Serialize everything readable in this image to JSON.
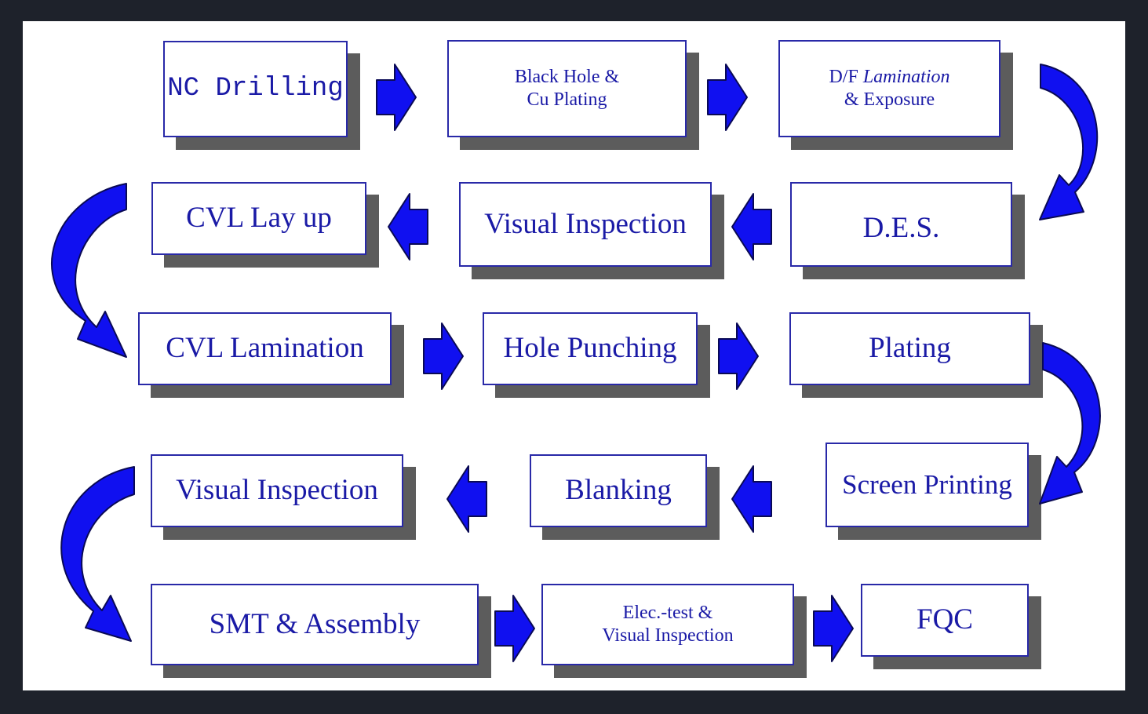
{
  "diagram": {
    "colors": {
      "text": "#1a1aa6",
      "box_border": "#2929a8",
      "box_shadow": "#5c5c5c",
      "arrow_fill": "#1010f0",
      "arrow_stroke": "#0a0a55",
      "frame": "#1e222b"
    },
    "steps": {
      "nc_drilling": {
        "label": "NC Drilling"
      },
      "black_hole": {
        "line1": "Black Hole &",
        "line2": "Cu Plating"
      },
      "df_lamination": {
        "line1_a": "D/F ",
        "line1_b": "Lamination",
        "line2": "& Exposure"
      },
      "des": {
        "label": "D.E.S."
      },
      "visual_inspection_1": {
        "label": "Visual Inspection"
      },
      "cvl_lay_up": {
        "label": "CVL Lay up"
      },
      "cvl_lamination": {
        "label": "CVL Lamination"
      },
      "hole_punching": {
        "label": "Hole Punching"
      },
      "plating": {
        "label": "Plating"
      },
      "screen_printing": {
        "label": "Screen Printing"
      },
      "blanking": {
        "label": "Blanking"
      },
      "visual_inspection_2": {
        "label": "Visual Inspection"
      },
      "smt_assembly": {
        "label": "SMT & Assembly"
      },
      "elec_test": {
        "line1": "Elec.-test &",
        "line2": "Visual Inspection"
      },
      "fqc": {
        "label": "FQC"
      }
    }
  }
}
